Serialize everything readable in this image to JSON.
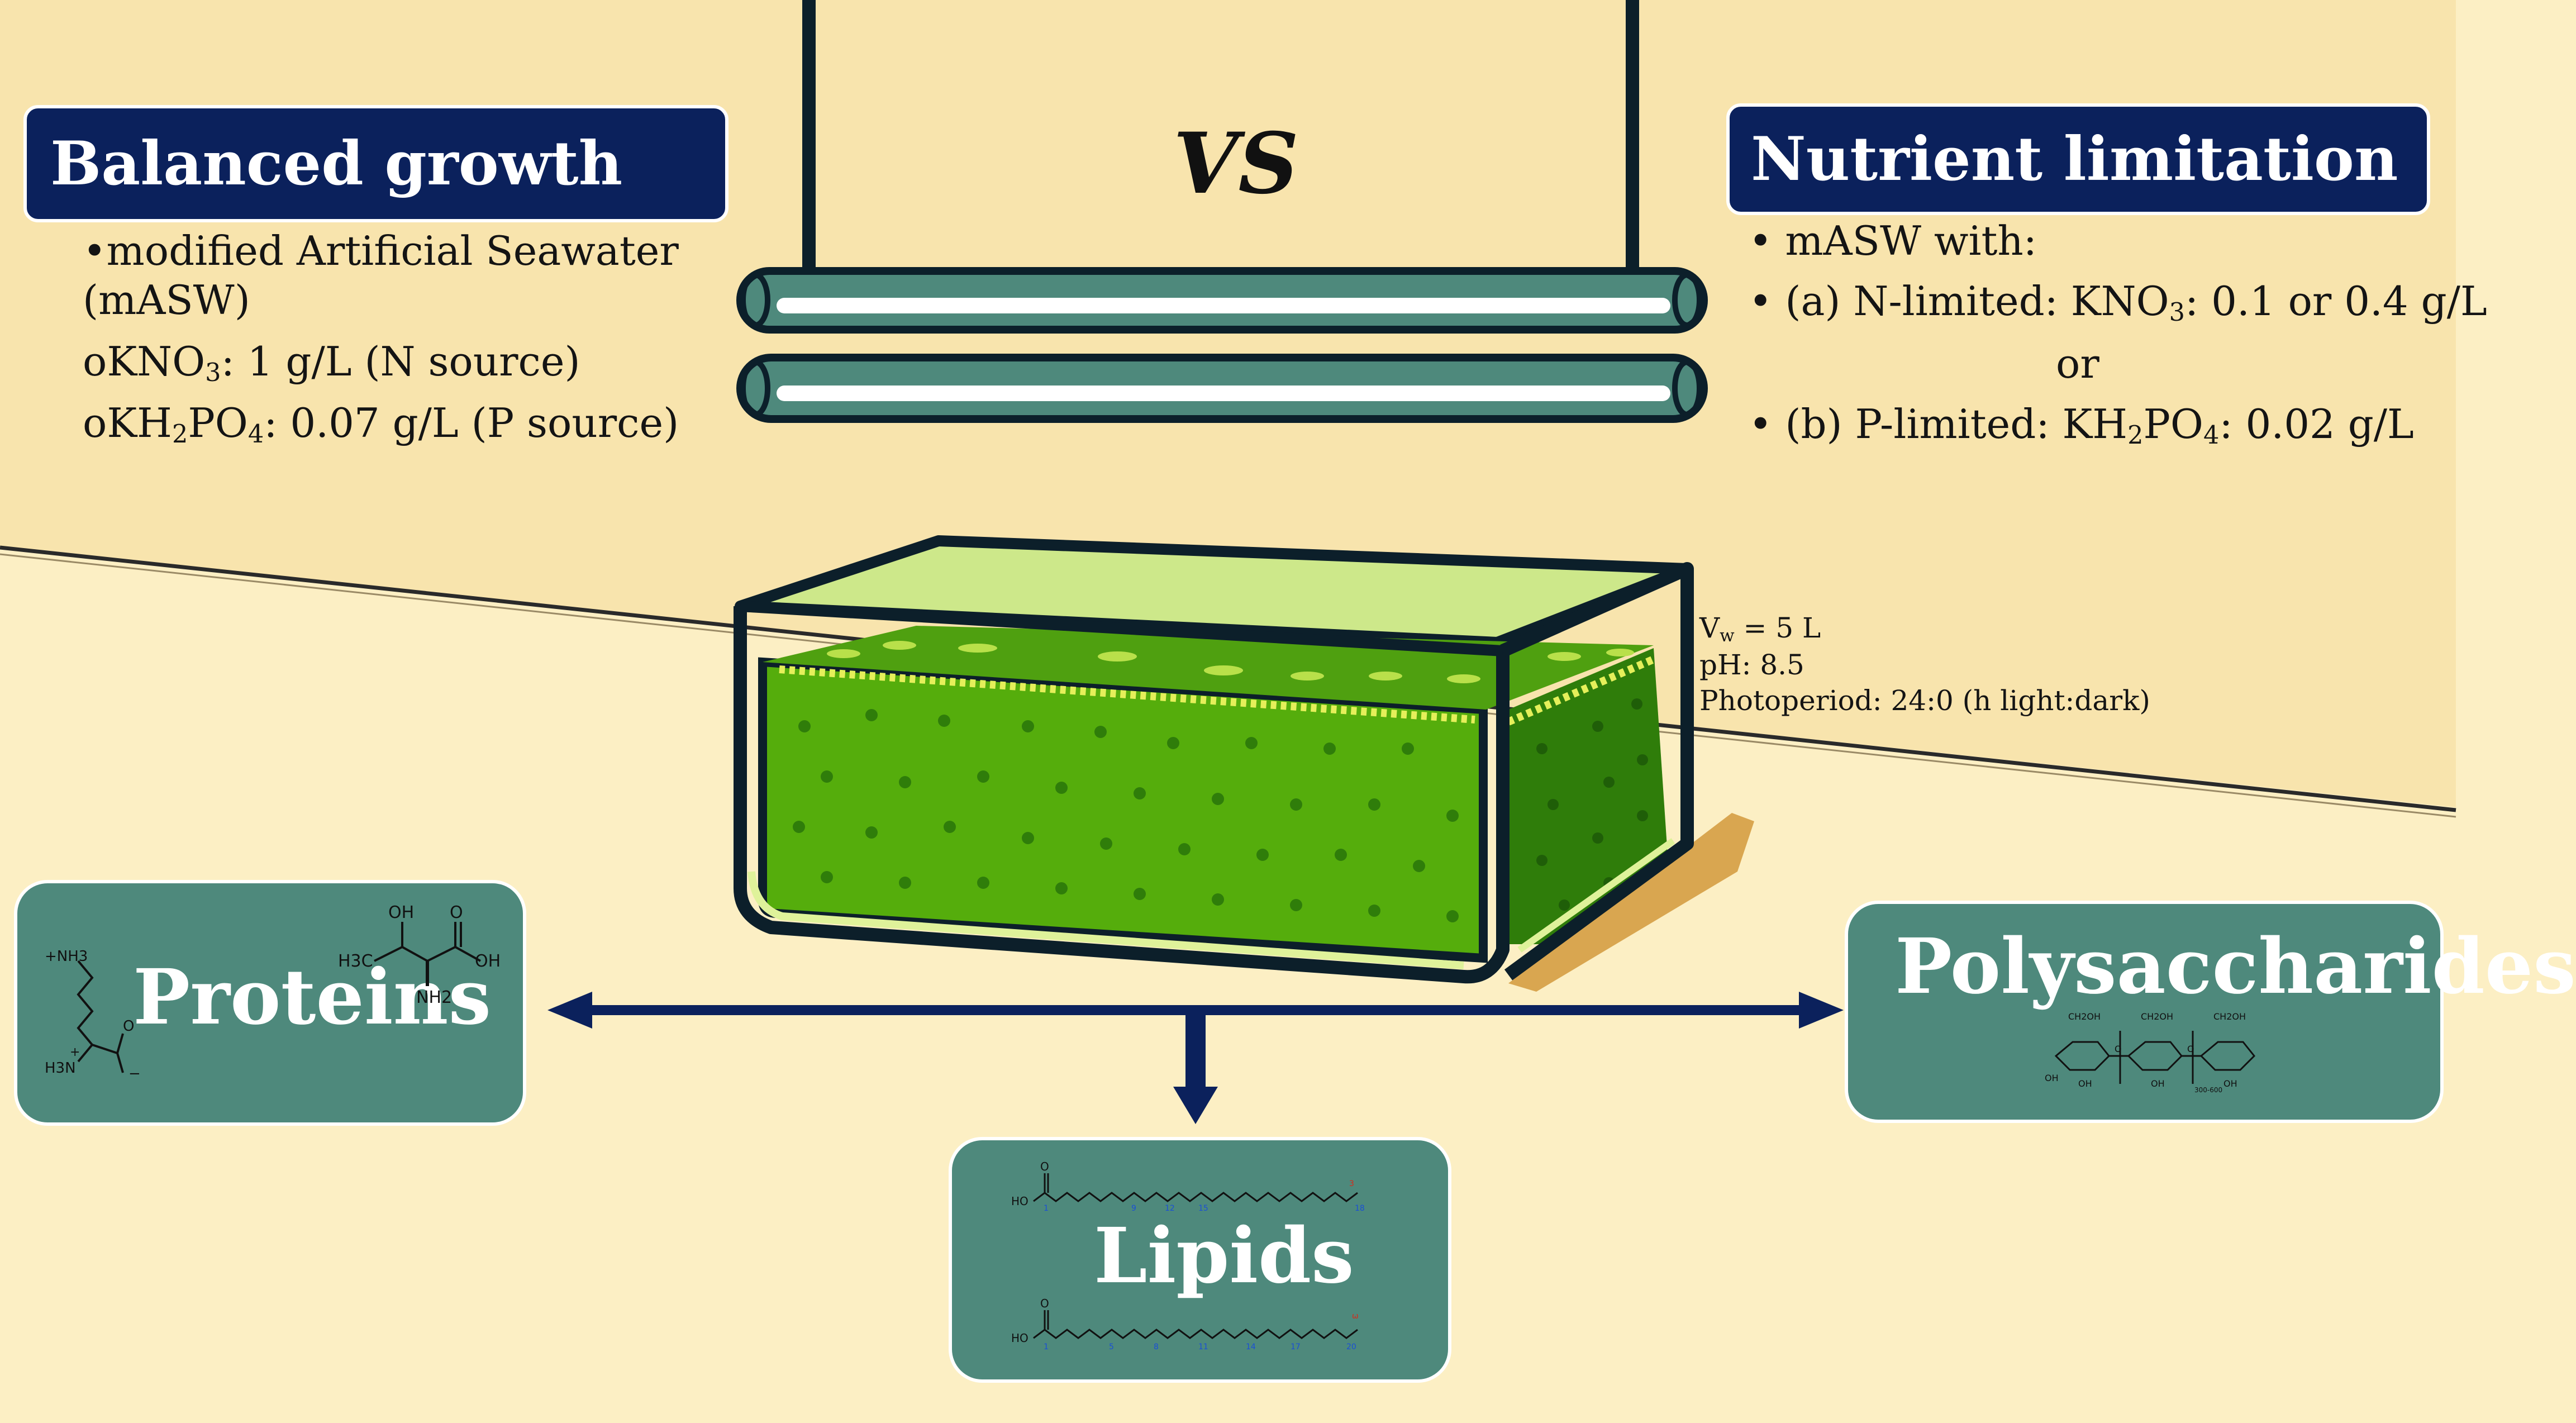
{
  "vs_label": "VS",
  "balanced": {
    "title": "Balanced growth",
    "bullet1": "•modified Artificial Seawater",
    "bullet1_cont": "(mASW)",
    "kno3_prefix": "oKNO",
    "kno3_sub": "3",
    "kno3_rest": ": 1 g/L (N source)",
    "kh2po4_prefix": "oKH",
    "kh2po4_sub1": "2",
    "kh2po4_mid": "PO",
    "kh2po4_sub2": "4",
    "kh2po4_rest": ": 0.07 g/L (P source)"
  },
  "limitation": {
    "title": "Nutrient limitation",
    "bullet1": "• mASW with:",
    "a_prefix": "• (a) N-limited: KNO",
    "a_sub": "3",
    "a_rest": ": 0.1 or 0.4 g/L",
    "or": "or",
    "b_prefix": "•  (b) P-limited: KH",
    "b_sub1": "2",
    "b_mid": "PO",
    "b_sub2": "4",
    "b_rest": ": 0.02 g/L"
  },
  "conditions": {
    "volume_prefix": "V",
    "volume_sub": "w",
    "volume_rest": " = 5 L",
    "ph": "pH: 8.5",
    "photoperiod": "Photoperiod: 24:0 (h light:dark)"
  },
  "products": {
    "proteins": "Proteins",
    "polysaccharides": "Polysaccharides",
    "lipids": "Lipids"
  },
  "molecules": {
    "threonine": {
      "oh": "OH",
      "o": "O",
      "h3c": "H3C",
      "oh2": "OH",
      "nh2": "NH2"
    },
    "lysine": {
      "nh3": "+NH3",
      "h3n": "H3N",
      "plus": "+",
      "o": "O",
      "minus": "−"
    },
    "cellulose": {
      "ch2oh": "CH2OH",
      "oh": "OH",
      "o": "O",
      "n": "300-600"
    },
    "linoleic": {
      "ho": "HO",
      "o": "O",
      "n1": "1",
      "n9": "9",
      "n12": "12",
      "n15": "15",
      "n18": "18",
      "w": "3"
    },
    "arachidonic": {
      "ho": "HO",
      "o": "O",
      "n1": "1",
      "n5": "5",
      "n8": "8",
      "n11": "11",
      "n14": "14",
      "n17": "17",
      "n20": "20",
      "w": "ω"
    }
  },
  "colors": {
    "navy": "#0b215c",
    "box_teal": "#4e897c",
    "bg_top": "#f8e4ad",
    "bg_bottom": "#fcefc4",
    "culture_green": "#55ad0c",
    "lamp_teal": "#4e897c"
  }
}
